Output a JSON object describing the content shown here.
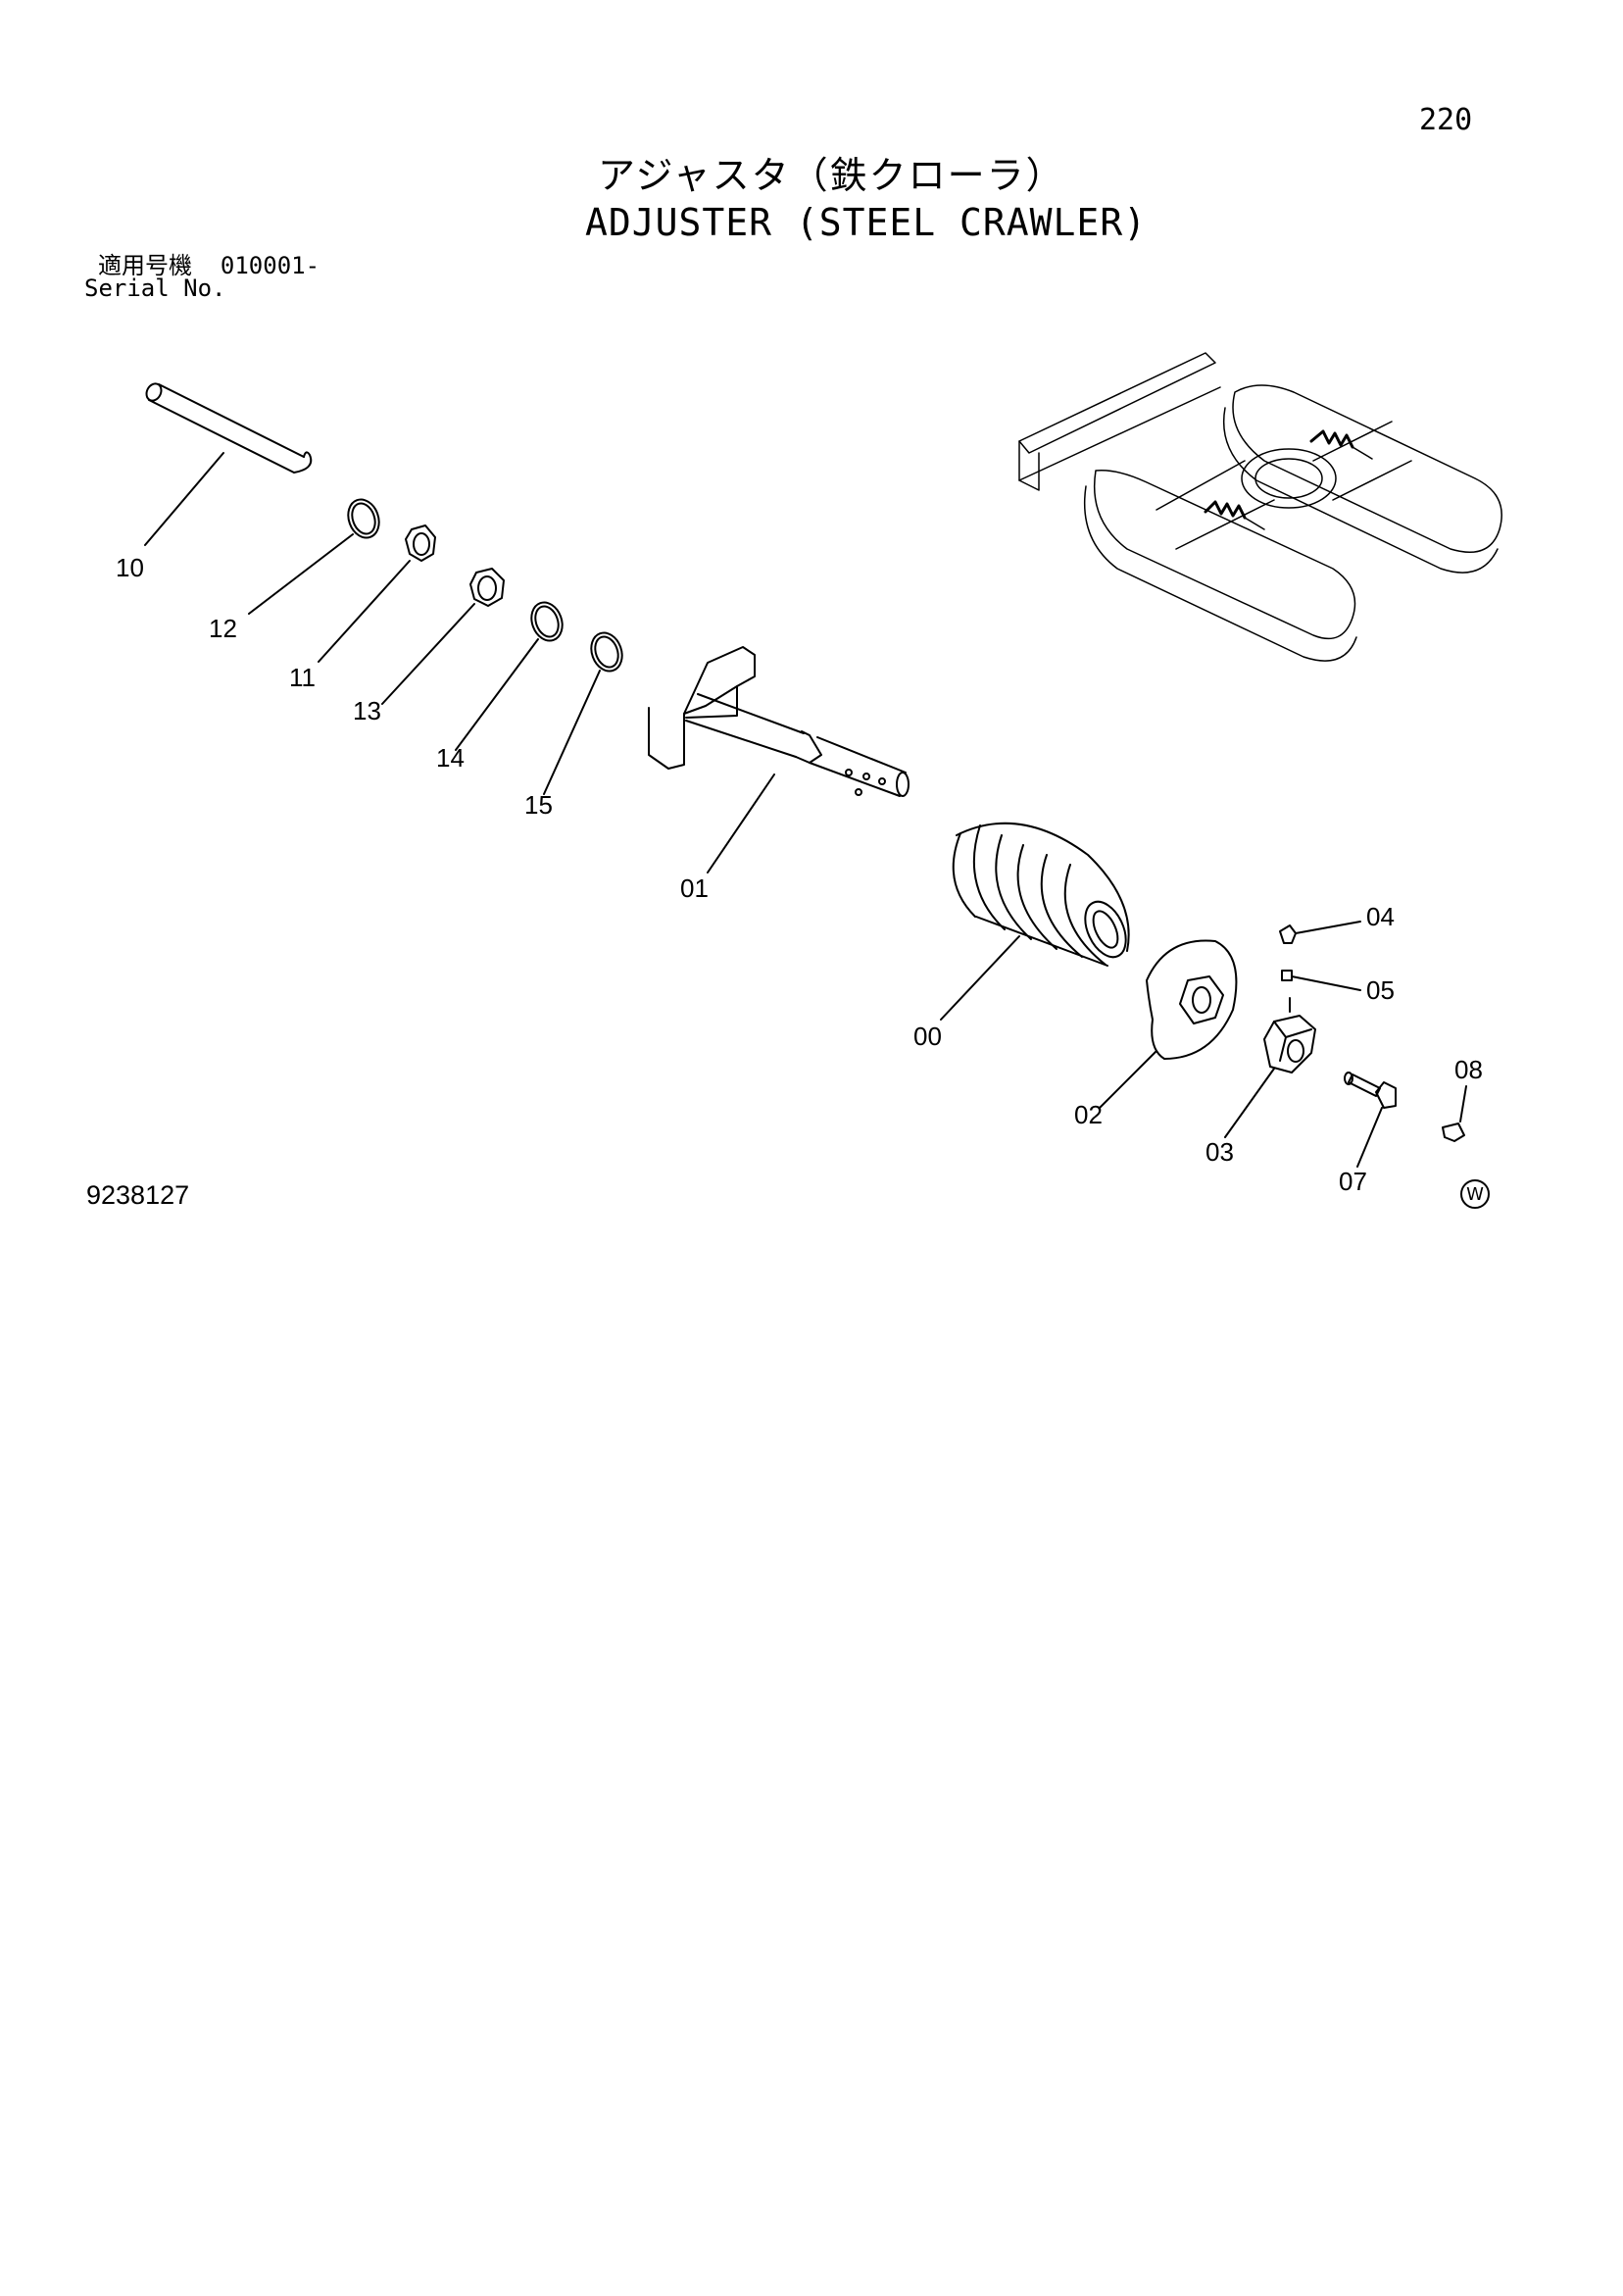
{
  "page_number": "220",
  "title_jp": "アジャスタ（鉄クローラ）",
  "title_en": "ADJUSTER (STEEL CRAWLER)",
  "serial_label_jp": "適用号機",
  "serial_value": "010001-",
  "serial_label_en": "Serial No.",
  "document_number": "9238127",
  "mark_symbol": "W",
  "callouts": [
    "10",
    "12",
    "11",
    "13",
    "14",
    "15",
    "01",
    "00",
    "04",
    "05",
    "02",
    "03",
    "07",
    "08"
  ]
}
